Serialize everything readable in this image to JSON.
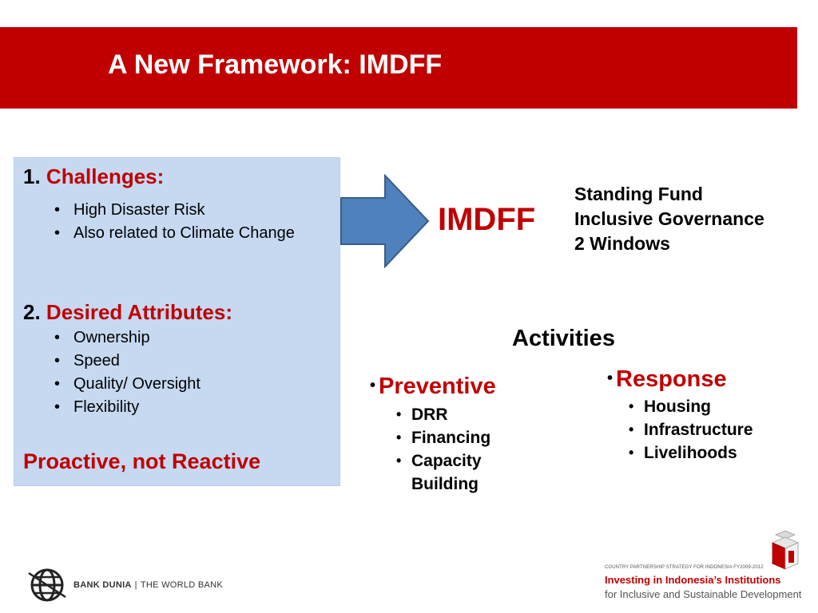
{
  "slide": {
    "title": "A New Framework: IMDFF",
    "left_panel": {
      "section1": {
        "number": "1.",
        "heading": "Challenges:",
        "items": [
          "High Disaster Risk",
          "Also related to Climate Change"
        ]
      },
      "section2": {
        "number": "2.",
        "heading": "Desired Attributes:",
        "items": [
          "Ownership",
          "Speed",
          "Quality/ Oversight",
          "Flexibility"
        ]
      },
      "conclusion": "Proactive, not Reactive"
    },
    "center_label": "IMDFF",
    "features": [
      "Standing Fund",
      "Inclusive Governance",
      "2 Windows"
    ],
    "activities": {
      "title": "Activities",
      "bullet": "•",
      "preventive": {
        "heading": "Preventive",
        "items": [
          "DRR",
          "Financing",
          "Capacity Building"
        ]
      },
      "response": {
        "heading": "Response",
        "items": [
          "Housing",
          "Infrastructure",
          "Livelihoods"
        ]
      }
    },
    "footer": {
      "org_left": "BANK DUNIA",
      "org_sep": "|",
      "org_right": "THE WORLD BANK",
      "cps_small": "COUNTRY PARTNERSHIP STRATEGY FOR INDONESIA FY2009-2012",
      "cps_title": "Investing in Indonesia’s Institutions",
      "cps_subtitle": "for Inclusive and Sustainable Development"
    }
  },
  "colors": {
    "title_bar": "#c00000",
    "accent_red": "#c00000",
    "panel_blue": "#c6d9f1",
    "arrow_fill": "#4f81bd",
    "arrow_stroke": "#385d8a"
  },
  "icons": {
    "arrow": "right-arrow-icon",
    "world_bank": "world-bank-globe-icon",
    "cps": "cube-logo-icon"
  }
}
